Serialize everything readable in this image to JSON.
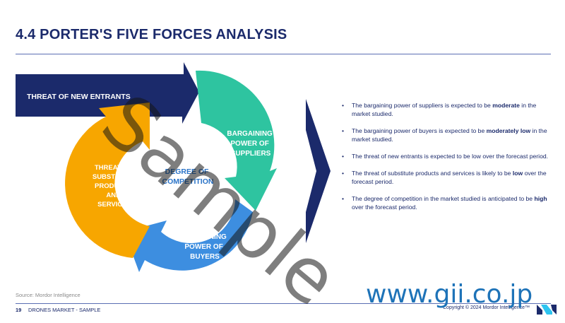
{
  "slide": {
    "title": "4.4 PORTER'S FIVE FORCES ANALYSIS"
  },
  "forces": {
    "new_entrants": "THREAT OF NEW ENTRANTS",
    "suppliers": [
      "BARGAINING",
      "POWER OF",
      "SUPPLIERS"
    ],
    "buyers": [
      "BARGAINING",
      "POWER OF",
      "BUYERS"
    ],
    "substitutes": [
      "THREAT OF",
      "SUBSTITUTE",
      "PRODUCTS",
      "AND",
      "SERVICES"
    ],
    "center": [
      "DEGREE OF",
      "COMPETITION"
    ]
  },
  "colors": {
    "navy": "#1b2a6b",
    "teal": "#2ec4a0",
    "blue": "#3d8ee0",
    "orange": "#f7a600",
    "text": "#1b2a6b"
  },
  "bullets": [
    {
      "pre": "The bargaining power of suppliers is expected to be ",
      "bold": "moderate",
      "post": " in the market studied."
    },
    {
      "pre": "The bargaining power of buyers is expected to be ",
      "bold": "moderately low",
      "post": " in the market studied."
    },
    {
      "pre": "The threat of new entrants is expected to be low over the forecast period.",
      "bold": "",
      "post": ""
    },
    {
      "pre": "The threat of substitute products and services is likely to be ",
      "bold": "low",
      "post": " over the forecast period."
    },
    {
      "pre": "The degree of competition in the market studied is anticipated to be ",
      "bold": "high",
      "post": " over the forecast period."
    }
  ],
  "footer": {
    "source": "Source: Mordor Intelligence",
    "page_number": "19",
    "report": "DRONES MARKET - SAMPLE",
    "copyright": "Copyright © 2024 Mordor Intelligence™"
  },
  "watermark": {
    "sample": "Sample",
    "site": "www.gii.co.jp"
  }
}
